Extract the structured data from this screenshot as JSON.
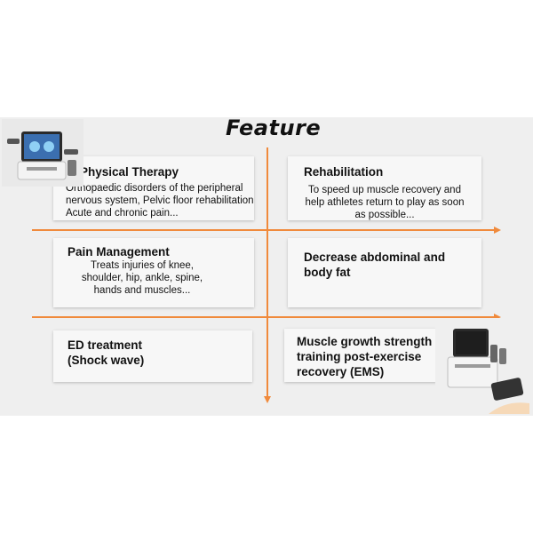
{
  "title": "Feature",
  "colors": {
    "divider": "#f08a3c",
    "panel": "#efefef",
    "card": "#f7f7f7"
  },
  "cards": [
    {
      "heading": "Physical Therapy",
      "lines": [
        "Orthopaedic disorders of the peripheral",
        "nervous system, Pelvic floor rehabilitation",
        "Acute and chronic pain..."
      ]
    },
    {
      "heading": "Rehabilitation",
      "lines": [
        "To speed up muscle recovery and",
        "help athletes return to play as soon",
        "as possible..."
      ]
    },
    {
      "heading": "Pain Management",
      "lines": [
        "Treats injuries of knee,",
        "shoulder, hip, ankle, spine,",
        "hands and muscles..."
      ]
    },
    {
      "heading": "Decrease abdominal and body fat",
      "lines": []
    },
    {
      "heading": "ED treatment (Shock wave)",
      "lines": []
    },
    {
      "heading": "Muscle growth strength training post-exercise recovery (EMS)",
      "lines": []
    }
  ],
  "images": [
    {
      "icon": "therapy-device-icon"
    },
    {
      "icon": "ems-device-icon"
    }
  ]
}
